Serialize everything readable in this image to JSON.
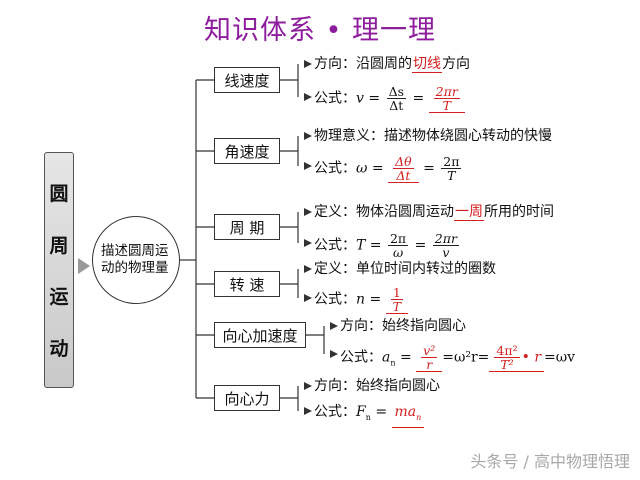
{
  "title": "知识体系 • 理一理",
  "root": [
    "圆",
    "周",
    "运",
    "动"
  ],
  "center": "描述圆周运动的物理量",
  "branches": {
    "v": {
      "label": "线速度",
      "dir_prefix": "方向：沿圆周的",
      "dir_fill": "切线",
      "dir_suffix": "方向",
      "formula_label": "公式：",
      "var": "v",
      "ds": "Δs",
      "dt": "Δt",
      "ans_num": "2πr",
      "ans_den": "T"
    },
    "w": {
      "label": "角速度",
      "meaning": "物理意义：描述物体绕圆心转动的快慢",
      "formula_label": "公式：",
      "var": "ω",
      "dth": "Δθ",
      "dt": "Δt",
      "num": "2π",
      "den": "T"
    },
    "T": {
      "label": "周 期",
      "def_prefix": "定义：物体沿圆周运动",
      "def_fill": "一周",
      "def_suffix": "所用的时间",
      "formula_label": "公式：",
      "var": "T",
      "n1": "2π",
      "d1": "ω",
      "n2": "2πr",
      "d2": "v"
    },
    "n": {
      "label": "转 速",
      "def": "定义：单位时间内转过的圈数",
      "formula_label": "公式：",
      "var": "n",
      "num": "1",
      "den": "T"
    },
    "a": {
      "label": "向心加速度",
      "dir": "方向：始终指向圆心",
      "formula_label": "公式：",
      "var": "a",
      "sub": "n",
      "n1": "v²",
      "d1": "r",
      "mid": "=ω²r=",
      "n2": "4π²",
      "d2": "T²",
      "tail1": "• r",
      "tail2": "=ωv"
    },
    "F": {
      "label": "向心力",
      "dir": "方向：始终指向圆心",
      "formula_label": "公式：",
      "var": "F",
      "sub": "n",
      "ans": "ma",
      "ans_sub": "n"
    }
  },
  "watermark": "头条号 / 高中物理悟理"
}
